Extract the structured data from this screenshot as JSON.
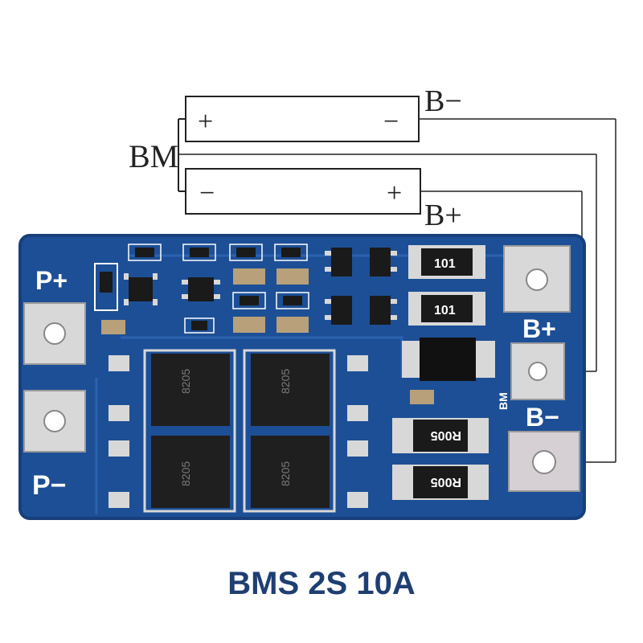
{
  "diagram": {
    "battery_top": {
      "positive": "+",
      "negative": "−"
    },
    "battery_bottom": {
      "negative": "−",
      "positive": "+"
    },
    "labels": {
      "b_minus": "B−",
      "b_plus": "B+",
      "bm": "BM"
    }
  },
  "board": {
    "silk": {
      "p_plus": "P+",
      "p_minus": "P−",
      "b_plus": "B+",
      "b_minus": "B−",
      "bm": "BM"
    },
    "resistor_marks": {
      "r1": "101",
      "r2": "101",
      "r3": "R005",
      "r4": "R005"
    },
    "mosfet_marks": [
      "8205",
      "8205",
      "8205",
      "8205"
    ]
  },
  "caption": "BMS 2S 10A",
  "colors": {
    "pcb": "#1d4f96",
    "pcb_dark": "#173f7b",
    "pad": "#d8d8d8",
    "caption": "#1f3f73"
  }
}
